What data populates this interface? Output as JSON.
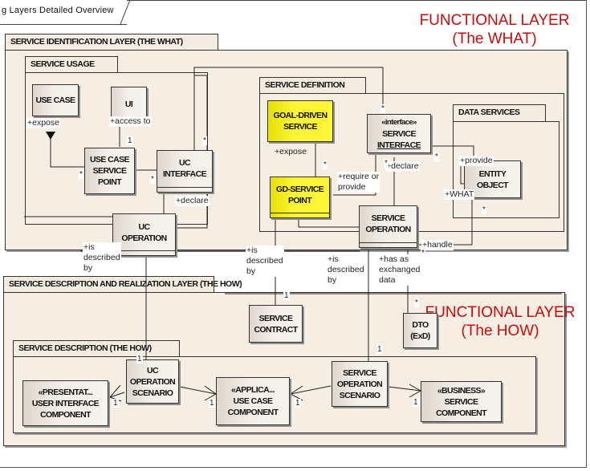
{
  "frame": {
    "title": "g Layers Detailed Overview"
  },
  "annotations": {
    "what_title_line1": "FUNCTIONAL LAYER",
    "what_title_line2": "(The WHAT)",
    "how_title_line1": "FUNCTIONAL LAYER",
    "how_title_line2": "(The HOW)",
    "accent_color": "#cc0a0a"
  },
  "packages": {
    "identification": "SERVICE IDENTIFICATION LAYER (THE WHAT)",
    "usage": "SERVICE USAGE",
    "definition": "SERVICE DEFINITION",
    "data_services": "DATA SERVICES",
    "realization": "SERVICE DESCRIPTION AND REALIZATION LAYER (THE HOW)",
    "description": "SERVICE DESCRIPTION (THE HOW)"
  },
  "classes": {
    "use_case": [
      "USE CASE"
    ],
    "ui": [
      "UI"
    ],
    "use_case_service_point": [
      "USE CASE",
      "SERVICE",
      "POINT"
    ],
    "uc_interface": [
      "UC",
      "INTERFACE"
    ],
    "uc_operation": [
      "UC",
      "OPERATION"
    ],
    "goal_driven_service": [
      "GOAL-DRIVEN",
      "SERVICE"
    ],
    "gd_service_point": [
      "GD-SERVICE",
      "POINT"
    ],
    "service_interface": [
      "«interface»",
      "SERVICE",
      "INTERFACE"
    ],
    "entity_object": [
      "ENTITY",
      "OBJECT"
    ],
    "service_operation": [
      "SERVICE",
      "OPERATION"
    ],
    "service_contract": [
      "SERVICE",
      "CONTRACT"
    ],
    "dto": [
      "DTO",
      "(ExD)"
    ],
    "uc_operation_scenario": [
      "UC",
      "OPERATION",
      "SCENARIO"
    ],
    "presentation_component": [
      "«PRESENTAT...",
      "USER INTERFACE",
      "COMPONENT"
    ],
    "application_component": [
      "«APPLICA...",
      "USE CASE",
      "COMPONENT"
    ],
    "service_operation_scenario": [
      "SERVICE",
      "OPERATION",
      "SCENARIO"
    ],
    "business_component": [
      "«BUSINESS»",
      "SERVICE",
      "COMPONENT"
    ]
  },
  "roles": {
    "expose_usecase": "+expose",
    "access_to": "+access to",
    "declare_uc": "+declare",
    "expose_goal": "+expose",
    "require_or_provide": [
      "+require or",
      "provide"
    ],
    "declare_si": "+declare",
    "provide": "+provide",
    "what": "+WHAT",
    "handle": "+handle",
    "is_described_by_1": [
      "+is",
      "described",
      "by"
    ],
    "is_described_by_2": [
      "+is",
      "described",
      "by"
    ],
    "is_described_by_3": [
      "+is",
      "described",
      "by"
    ],
    "has_as_exchanged_data": [
      "+has as",
      "exchanged",
      "data"
    ]
  },
  "multiplicities": {
    "one": "1",
    "many": "*"
  }
}
